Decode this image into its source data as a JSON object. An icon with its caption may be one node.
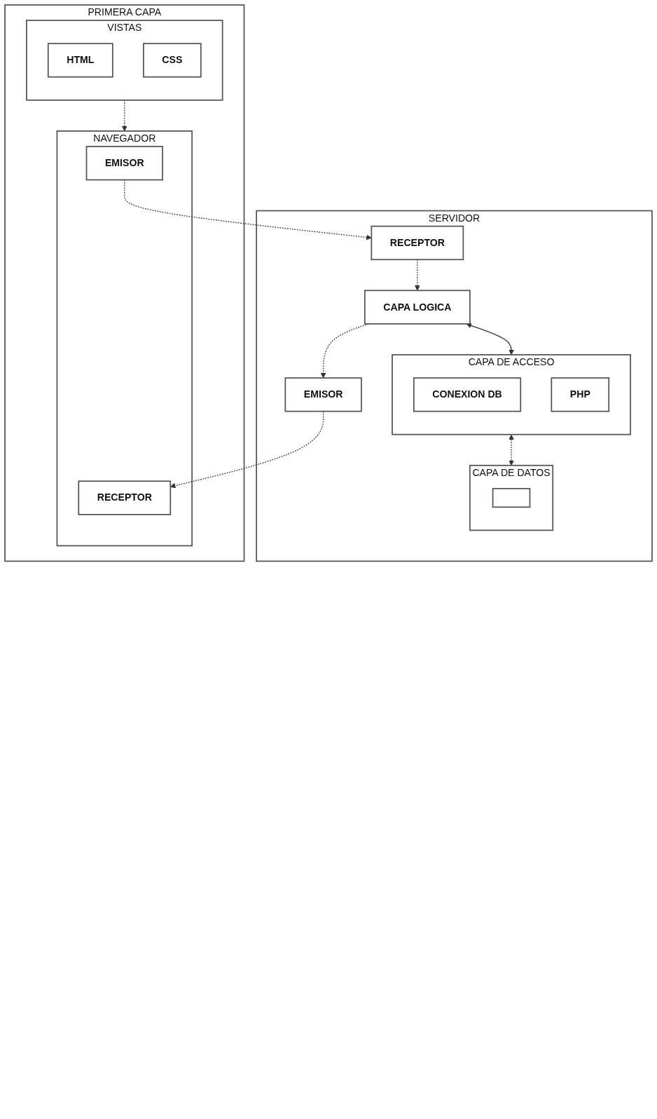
{
  "diagram": {
    "nodes": [
      {
        "text": [
          "PRIMERA CAPA"
        ]
      },
      {
        "text": [
          "VISTAS"
        ],
        "in": 0
      },
      {
        "text": [
          "HTML"
        ],
        "in": 1
      },
      {
        "text": [
          "CSS"
        ],
        "in": 1
      },
      {
        "text": [
          "NAVEGADOR"
        ],
        "in": 0
      },
      {
        "text": [
          "EMISOR"
        ],
        "in": 4
      },
      {
        "text": [
          "RECEPTOR"
        ],
        "in": 4
      },
      {
        "text": [
          "SERVIDOR"
        ]
      },
      {
        "text": [
          "RECEPTOR"
        ],
        "in": 7
      },
      {
        "text": [
          "EMISOR"
        ],
        "in": 7
      },
      {
        "text": [
          "CAPA LOGICA"
        ],
        "in": 7
      },
      {
        "text": [
          "CAPA DE ACCESO"
        ],
        "in": 7
      },
      {
        "text": [
          "CONEXION DB"
        ],
        "in": 11
      },
      {
        "text": [
          "PHP"
        ],
        "in": 11
      },
      {
        "text": [
          "CAPA DE DATOS"
        ],
        "in": 7
      },
      {
        "text": [],
        "shape": "box",
        "in": 14
      }
    ],
    "edges": [
      {
        "from": 1,
        "to": 4,
        "arrow": "to",
        "style": "dashed"
      },
      {
        "from": 5,
        "to": 8,
        "arrow": "to",
        "style": "dashed"
      },
      {
        "from": 9,
        "to": 6,
        "arrow": "to",
        "style": "dashed"
      },
      {
        "from": 8,
        "to": 10,
        "arrow": "to",
        "style": "dashed"
      },
      {
        "from": 10,
        "to": 9,
        "arrow": "to",
        "style": "dashed"
      },
      {
        "from": 10,
        "to": 11,
        "arrow": "both"
      },
      {
        "from": 11,
        "to": 14,
        "arrow": "both",
        "style": "dashed"
      }
    ]
  }
}
